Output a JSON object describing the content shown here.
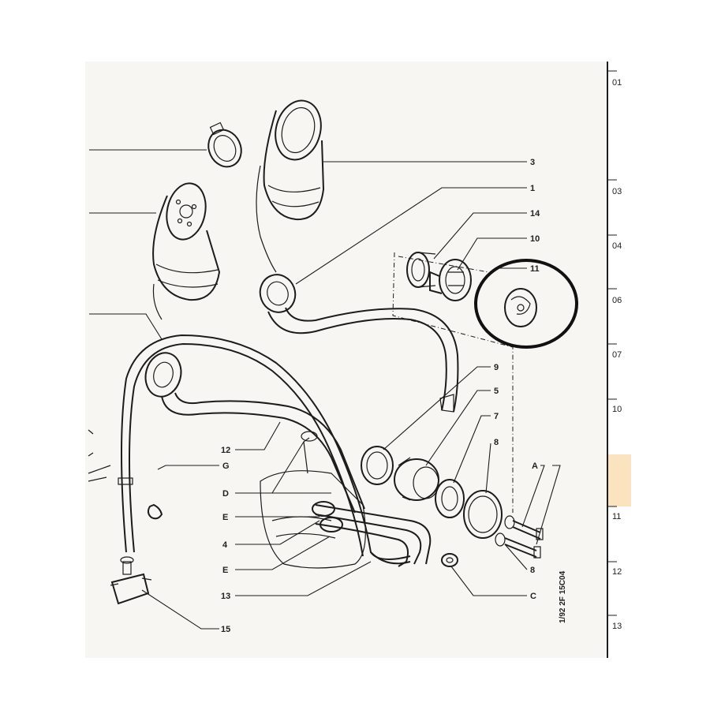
{
  "diagram": {
    "callouts": [
      {
        "id": "c3",
        "text": "3"
      },
      {
        "id": "c1",
        "text": "1"
      },
      {
        "id": "c14",
        "text": "14"
      },
      {
        "id": "c10",
        "text": "10"
      },
      {
        "id": "c11",
        "text": "11"
      },
      {
        "id": "c9",
        "text": "9"
      },
      {
        "id": "c5",
        "text": "5"
      },
      {
        "id": "c7",
        "text": "7"
      },
      {
        "id": "c8a",
        "text": "8"
      },
      {
        "id": "cA",
        "text": "A"
      },
      {
        "id": "c8b",
        "text": "8"
      },
      {
        "id": "cC",
        "text": "C"
      },
      {
        "id": "c12",
        "text": "12"
      },
      {
        "id": "cG",
        "text": "G"
      },
      {
        "id": "cD",
        "text": "D"
      },
      {
        "id": "cE1",
        "text": "E"
      },
      {
        "id": "c4",
        "text": "4"
      },
      {
        "id": "cE2",
        "text": "E"
      },
      {
        "id": "c13",
        "text": "13"
      },
      {
        "id": "c15",
        "text": "15"
      }
    ],
    "drawing_code": "1/92  2F 15C04",
    "sidebar_refs": [
      "01",
      "03",
      "04",
      "06",
      "07",
      "10",
      "11",
      "12",
      "13"
    ],
    "highlight_color": "#fbe3c0",
    "ink_color": "#1c1c1c"
  }
}
